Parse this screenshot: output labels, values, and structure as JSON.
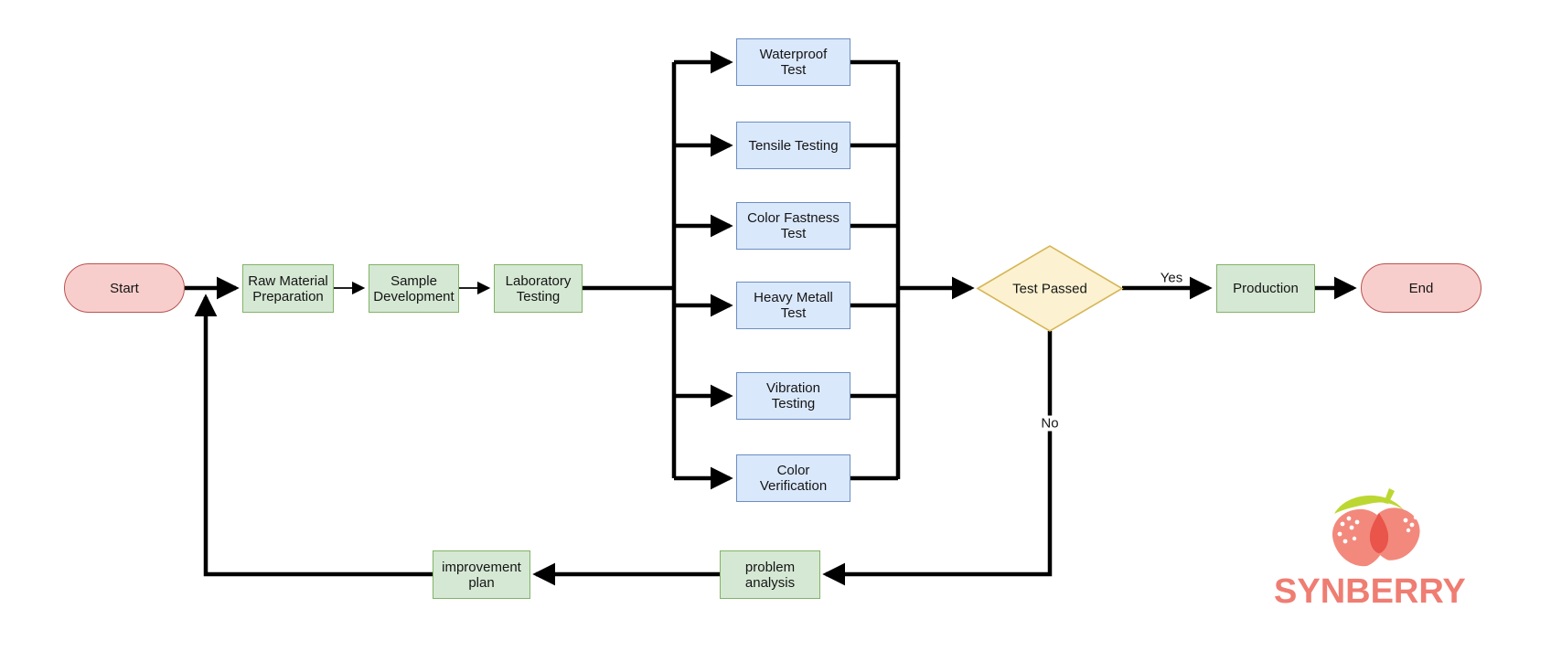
{
  "diagram": {
    "nodes": {
      "start": {
        "label": "Start",
        "type": "terminator"
      },
      "raw_material_preparation": {
        "label": "Raw Material\nPreparation",
        "type": "process"
      },
      "sample_development": {
        "label": "Sample\nDevelopment",
        "type": "process"
      },
      "laboratory_testing": {
        "label": "Laboratory\nTesting",
        "type": "process"
      },
      "waterproof_test": {
        "label": "Waterproof\nTest",
        "type": "test"
      },
      "tensile_testing": {
        "label": "Tensile Testing",
        "type": "test"
      },
      "color_fastness_test": {
        "label": "Color Fastness\nTest",
        "type": "test"
      },
      "heavy_metall_test": {
        "label": "Heavy Metall\nTest",
        "type": "test"
      },
      "vibration_testing": {
        "label": "Vibration\nTesting",
        "type": "test"
      },
      "color_verification": {
        "label": "Color\nVerification",
        "type": "test"
      },
      "test_passed": {
        "label": "Test Passed",
        "type": "decision"
      },
      "production": {
        "label": "Production",
        "type": "process"
      },
      "end": {
        "label": "End",
        "type": "terminator"
      },
      "problem_analysis": {
        "label": "problem\nanalysis",
        "type": "process"
      },
      "improvement_plan": {
        "label": "improvement\nplan",
        "type": "process"
      }
    },
    "edge_labels": {
      "yes": "Yes",
      "no": "No"
    },
    "colors": {
      "process_fill": "#d5e8d4",
      "process_stroke": "#82b366",
      "test_fill": "#dae8fc",
      "test_stroke": "#6c8ebf",
      "terminator_fill": "#f8cecc",
      "terminator_stroke": "#b85450",
      "decision_fill": "#fcf2d1",
      "decision_stroke": "#d6b656",
      "connector": "#000000"
    }
  },
  "logo": {
    "brand": "SYNBERRY",
    "icon": "strawberry-icon",
    "text_color": "#ef7d72",
    "berry_color": "#f2897c",
    "berry_overlap_color": "#e9544b",
    "leaf_color": "#bdd732",
    "seed_color": "#ffffff"
  }
}
